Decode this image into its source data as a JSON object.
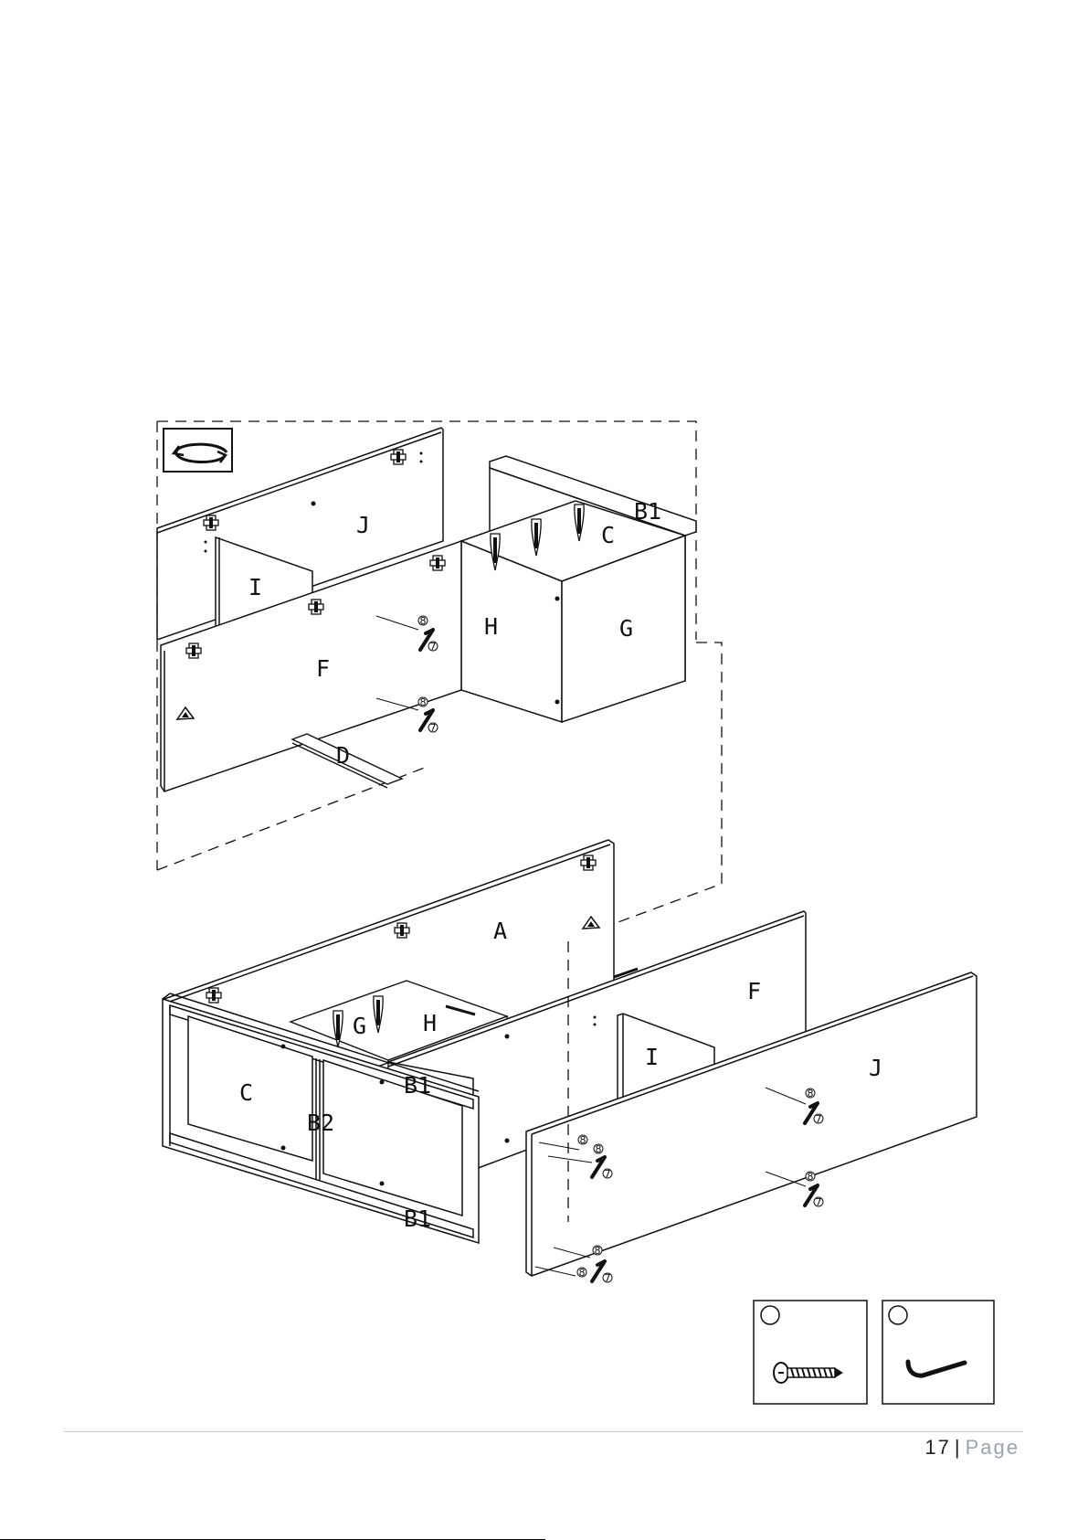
{
  "parts": {
    "top": {
      "J": "J",
      "I": "I",
      "F": "F",
      "H": "H",
      "G": "G",
      "C": "C",
      "B1": "B1",
      "D": "D"
    },
    "bottom": {
      "A": "A",
      "G": "G",
      "H": "H",
      "C": "C",
      "B1_upper": "B1",
      "B1_lower": "B1",
      "B2": "B2",
      "F": "F",
      "I": "I",
      "J": "J"
    }
  },
  "hardware": {
    "screw_number": "8",
    "key_number": "7",
    "legend": [
      {
        "number": "",
        "icon": "screw-icon"
      },
      {
        "number": "",
        "icon": "allen-key-icon"
      }
    ]
  },
  "icons": {
    "rotate": "rotate-flip-icon"
  },
  "footer": {
    "page_number": "17",
    "separator": "|",
    "page_word": "Page"
  }
}
